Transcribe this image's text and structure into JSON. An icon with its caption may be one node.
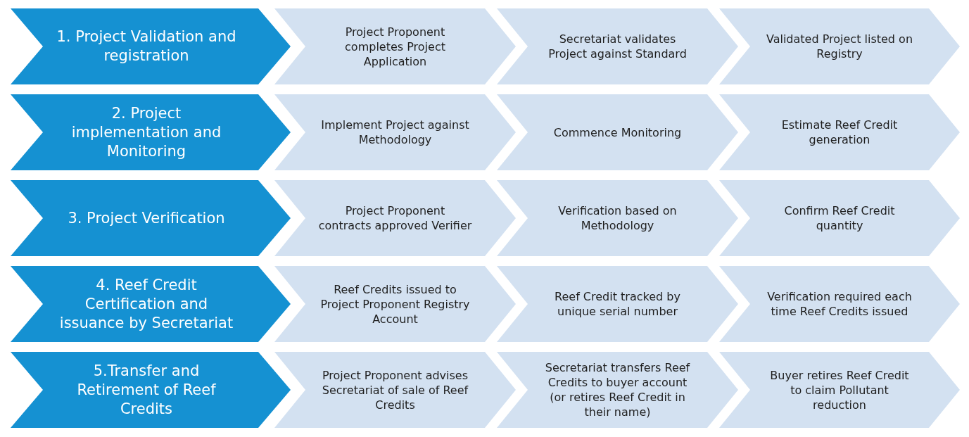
{
  "diagram": {
    "nodes": [
      {
        "text": [
          "1. Project Validation and registration"
        ]
      },
      {
        "text": [
          "Project Proponent completes Project Application"
        ]
      },
      {
        "text": [
          "Secretariat validates Project against Standard"
        ]
      },
      {
        "text": [
          "Validated Project listed on Registry"
        ]
      },
      {
        "text": [
          "2. Project implementation and Monitoring"
        ]
      },
      {
        "text": [
          "Implement Project against Methodology"
        ]
      },
      {
        "text": [
          "Commence Monitoring"
        ]
      },
      {
        "text": [
          "Estimate Reef Credit generation"
        ]
      },
      {
        "text": [
          "3. Project Verification"
        ]
      },
      {
        "text": [
          "Project Proponent contracts approved Verifier"
        ]
      },
      {
        "text": [
          "Verification based on Methodology"
        ]
      },
      {
        "text": [
          "Confirm Reef Credit quantity"
        ]
      },
      {
        "text": [
          "4. Reef Credit Certification and issuance by Secretariat"
        ]
      },
      {
        "text": [
          "Reef Credits issued to Project Proponent Registry Account"
        ]
      },
      {
        "text": [
          "Reef Credit tracked by unique serial number"
        ]
      },
      {
        "text": [
          "Verification required each time Reef Credits issued"
        ]
      },
      {
        "text": [
          "5.Transfer and Retirement of Reef Credits"
        ]
      },
      {
        "text": [
          "Project Proponent advises Secretariat of sale of Reef Credits"
        ]
      },
      {
        "text": [
          "Secretariat transfers Reef Credits to buyer account (or retires Reef Credit in their name)"
        ]
      },
      {
        "text": [
          "Buyer retires Reef Credit to claim Pollutant reduction"
        ]
      }
    ]
  }
}
